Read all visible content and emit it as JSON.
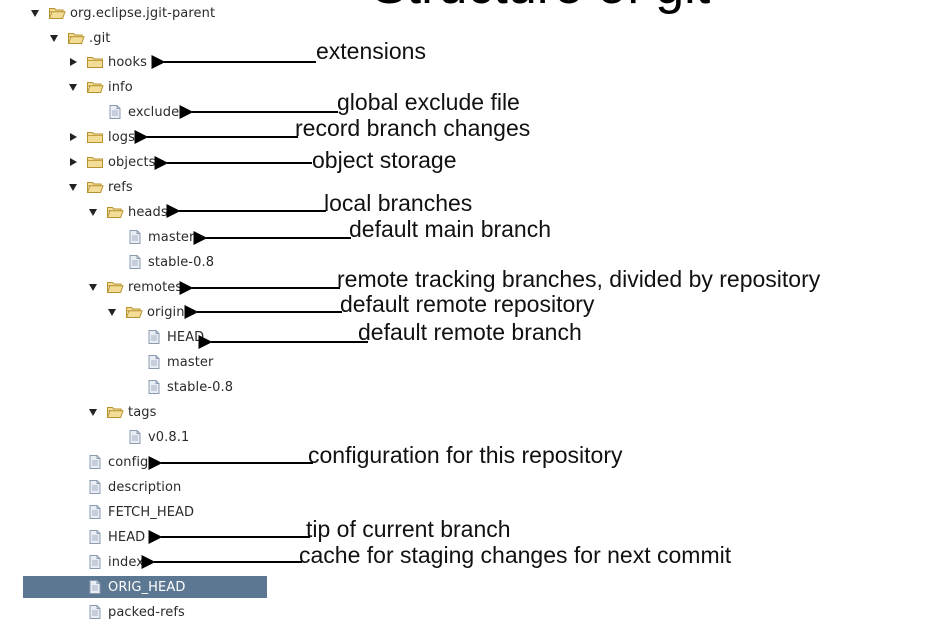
{
  "title": "Structure of git",
  "tree": [
    {
      "id": "r0",
      "label": "org.eclipse.jgit-parent",
      "type": "folder-open",
      "twisty": "down"
    },
    {
      "id": "r1",
      "label": ".git",
      "type": "folder-open",
      "twisty": "down"
    },
    {
      "id": "r2",
      "label": "hooks",
      "type": "folder-closed",
      "twisty": "right"
    },
    {
      "id": "r3",
      "label": "info",
      "type": "folder-open",
      "twisty": "down"
    },
    {
      "id": "r4",
      "label": "exclude",
      "type": "file",
      "twisty": "none"
    },
    {
      "id": "r5",
      "label": "logs",
      "type": "folder-closed",
      "twisty": "right"
    },
    {
      "id": "r6",
      "label": "objects",
      "type": "folder-closed",
      "twisty": "right"
    },
    {
      "id": "r7",
      "label": "refs",
      "type": "folder-open",
      "twisty": "down"
    },
    {
      "id": "r8",
      "label": "heads",
      "type": "folder-open",
      "twisty": "down"
    },
    {
      "id": "r9",
      "label": "master",
      "type": "file",
      "twisty": "none"
    },
    {
      "id": "r10",
      "label": "stable-0.8",
      "type": "file",
      "twisty": "none"
    },
    {
      "id": "r11",
      "label": "remotes",
      "type": "folder-open",
      "twisty": "down"
    },
    {
      "id": "r12",
      "label": "origin",
      "type": "folder-open",
      "twisty": "down"
    },
    {
      "id": "r13",
      "label": "HEAD",
      "type": "file",
      "twisty": "none"
    },
    {
      "id": "r14",
      "label": "master",
      "type": "file",
      "twisty": "none"
    },
    {
      "id": "r15",
      "label": "stable-0.8",
      "type": "file",
      "twisty": "none"
    },
    {
      "id": "r16",
      "label": "tags",
      "type": "folder-open",
      "twisty": "down"
    },
    {
      "id": "r17",
      "label": "v0.8.1",
      "type": "file",
      "twisty": "none"
    },
    {
      "id": "r18",
      "label": "config",
      "type": "file",
      "twisty": "none"
    },
    {
      "id": "r19",
      "label": "description",
      "type": "file",
      "twisty": "none"
    },
    {
      "id": "r20",
      "label": "FETCH_HEAD",
      "type": "file",
      "twisty": "none"
    },
    {
      "id": "r21",
      "label": "HEAD",
      "type": "file",
      "twisty": "none"
    },
    {
      "id": "r22",
      "label": "index",
      "type": "file",
      "twisty": "none"
    },
    {
      "id": "r23",
      "label": "ORIG_HEAD",
      "type": "file",
      "twisty": "none",
      "selected": true
    },
    {
      "id": "r24",
      "label": "packed-refs",
      "type": "file",
      "twisty": "none"
    }
  ],
  "annotations": [
    {
      "id": "a0",
      "text": "extensions",
      "target": "r2"
    },
    {
      "id": "a1",
      "text": "global exclude file",
      "target": "r4"
    },
    {
      "id": "a2",
      "text": "record branch changes",
      "target": "r5"
    },
    {
      "id": "a3",
      "text": "object storage",
      "target": "r6"
    },
    {
      "id": "a4",
      "text": "local branches",
      "target": "r8"
    },
    {
      "id": "a5",
      "text": "default main branch",
      "target": "r9"
    },
    {
      "id": "a6",
      "text": "remote tracking branches, divided by repository",
      "target": "r11"
    },
    {
      "id": "a7",
      "text": "default remote repository",
      "target": "r12"
    },
    {
      "id": "a8",
      "text": "default remote branch",
      "target": "r13"
    },
    {
      "id": "a9",
      "text": "configuration for this repository",
      "target": "r18"
    },
    {
      "id": "a10",
      "text": "tip of current branch",
      "target": "r21"
    },
    {
      "id": "a11",
      "text": "cache for staging changes for next commit",
      "target": "r22"
    }
  ],
  "colors": {
    "folder_fill": "#f2dc96",
    "folder_stroke": "#b8922e",
    "file_fill": "#e9eef5",
    "file_stroke": "#8a9bb0",
    "selection": "#5b7792",
    "arrow": "#000000"
  }
}
